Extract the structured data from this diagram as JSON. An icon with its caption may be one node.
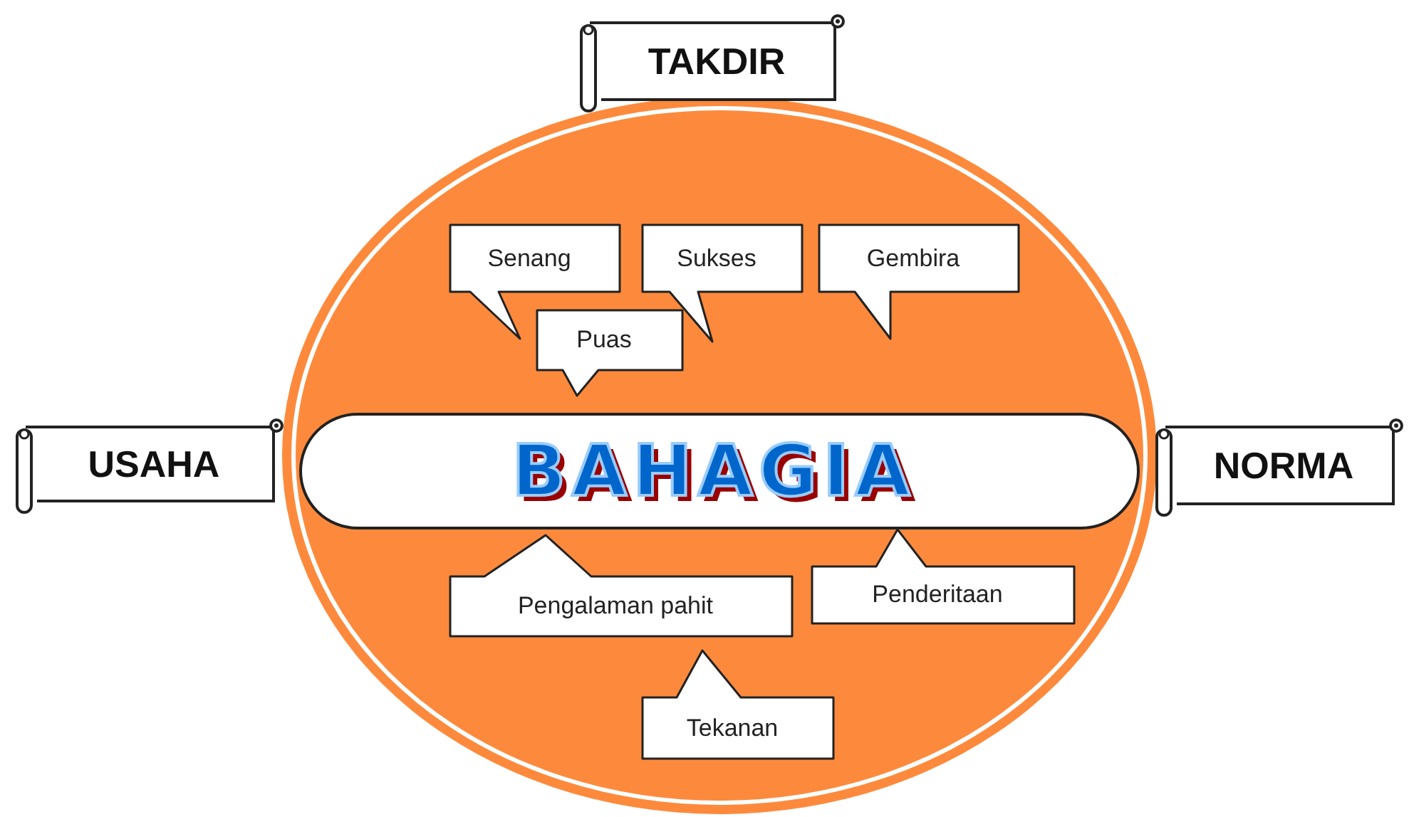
{
  "diagram": {
    "nodes": [
      {
        "text": [],
        "shape": "circle"
      },
      {
        "text": [
          "TAKDIR"
        ]
      },
      {
        "text": [
          "USAHA"
        ]
      },
      {
        "text": [
          "NORMA"
        ]
      },
      {
        "text": [
          "BAHAGIA"
        ],
        "in": 0
      },
      {
        "text": [
          "Senang"
        ],
        "in": 0
      },
      {
        "text": [
          "Sukses"
        ],
        "in": 0
      },
      {
        "text": [
          "Gembira"
        ],
        "in": 0
      },
      {
        "text": [
          "Puas"
        ],
        "in": 0
      },
      {
        "text": [
          "Pengalaman pahit"
        ],
        "in": 0
      },
      {
        "text": [
          "Penderitaan"
        ],
        "in": 0
      },
      {
        "text": [
          "Tekanan"
        ],
        "in": 0
      }
    ]
  }
}
